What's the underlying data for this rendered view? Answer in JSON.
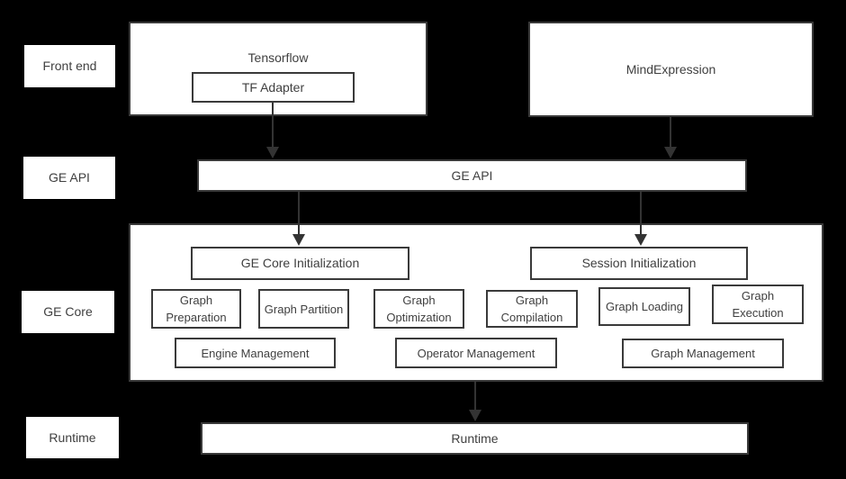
{
  "colors": {
    "background": "#000000",
    "box_fill": "#ffffff",
    "box_border": "#3a3a3a",
    "text": "#404040",
    "arrow": "#333333"
  },
  "side_labels": {
    "front_end": "Front end",
    "ge_api": "GE API",
    "ge_core": "GE Core",
    "runtime": "Runtime"
  },
  "frontend": {
    "tensorflow_label": "Tensorflow",
    "tf_adapter_label": "TF Adapter",
    "mindexpression_label": "MindExpression"
  },
  "ge_api": {
    "label": "GE API"
  },
  "ge_core": {
    "ge_core_initialization": "GE Core Initialization",
    "session_initialization": "Session Initialization",
    "stages": [
      "Graph Preparation",
      "Graph Partition",
      "Graph Optimization",
      "Graph Compilation",
      "Graph Loading",
      "Graph Execution"
    ],
    "management": [
      "Engine Management",
      "Operator Management",
      "Graph Management"
    ]
  },
  "runtime": {
    "label": "Runtime"
  }
}
